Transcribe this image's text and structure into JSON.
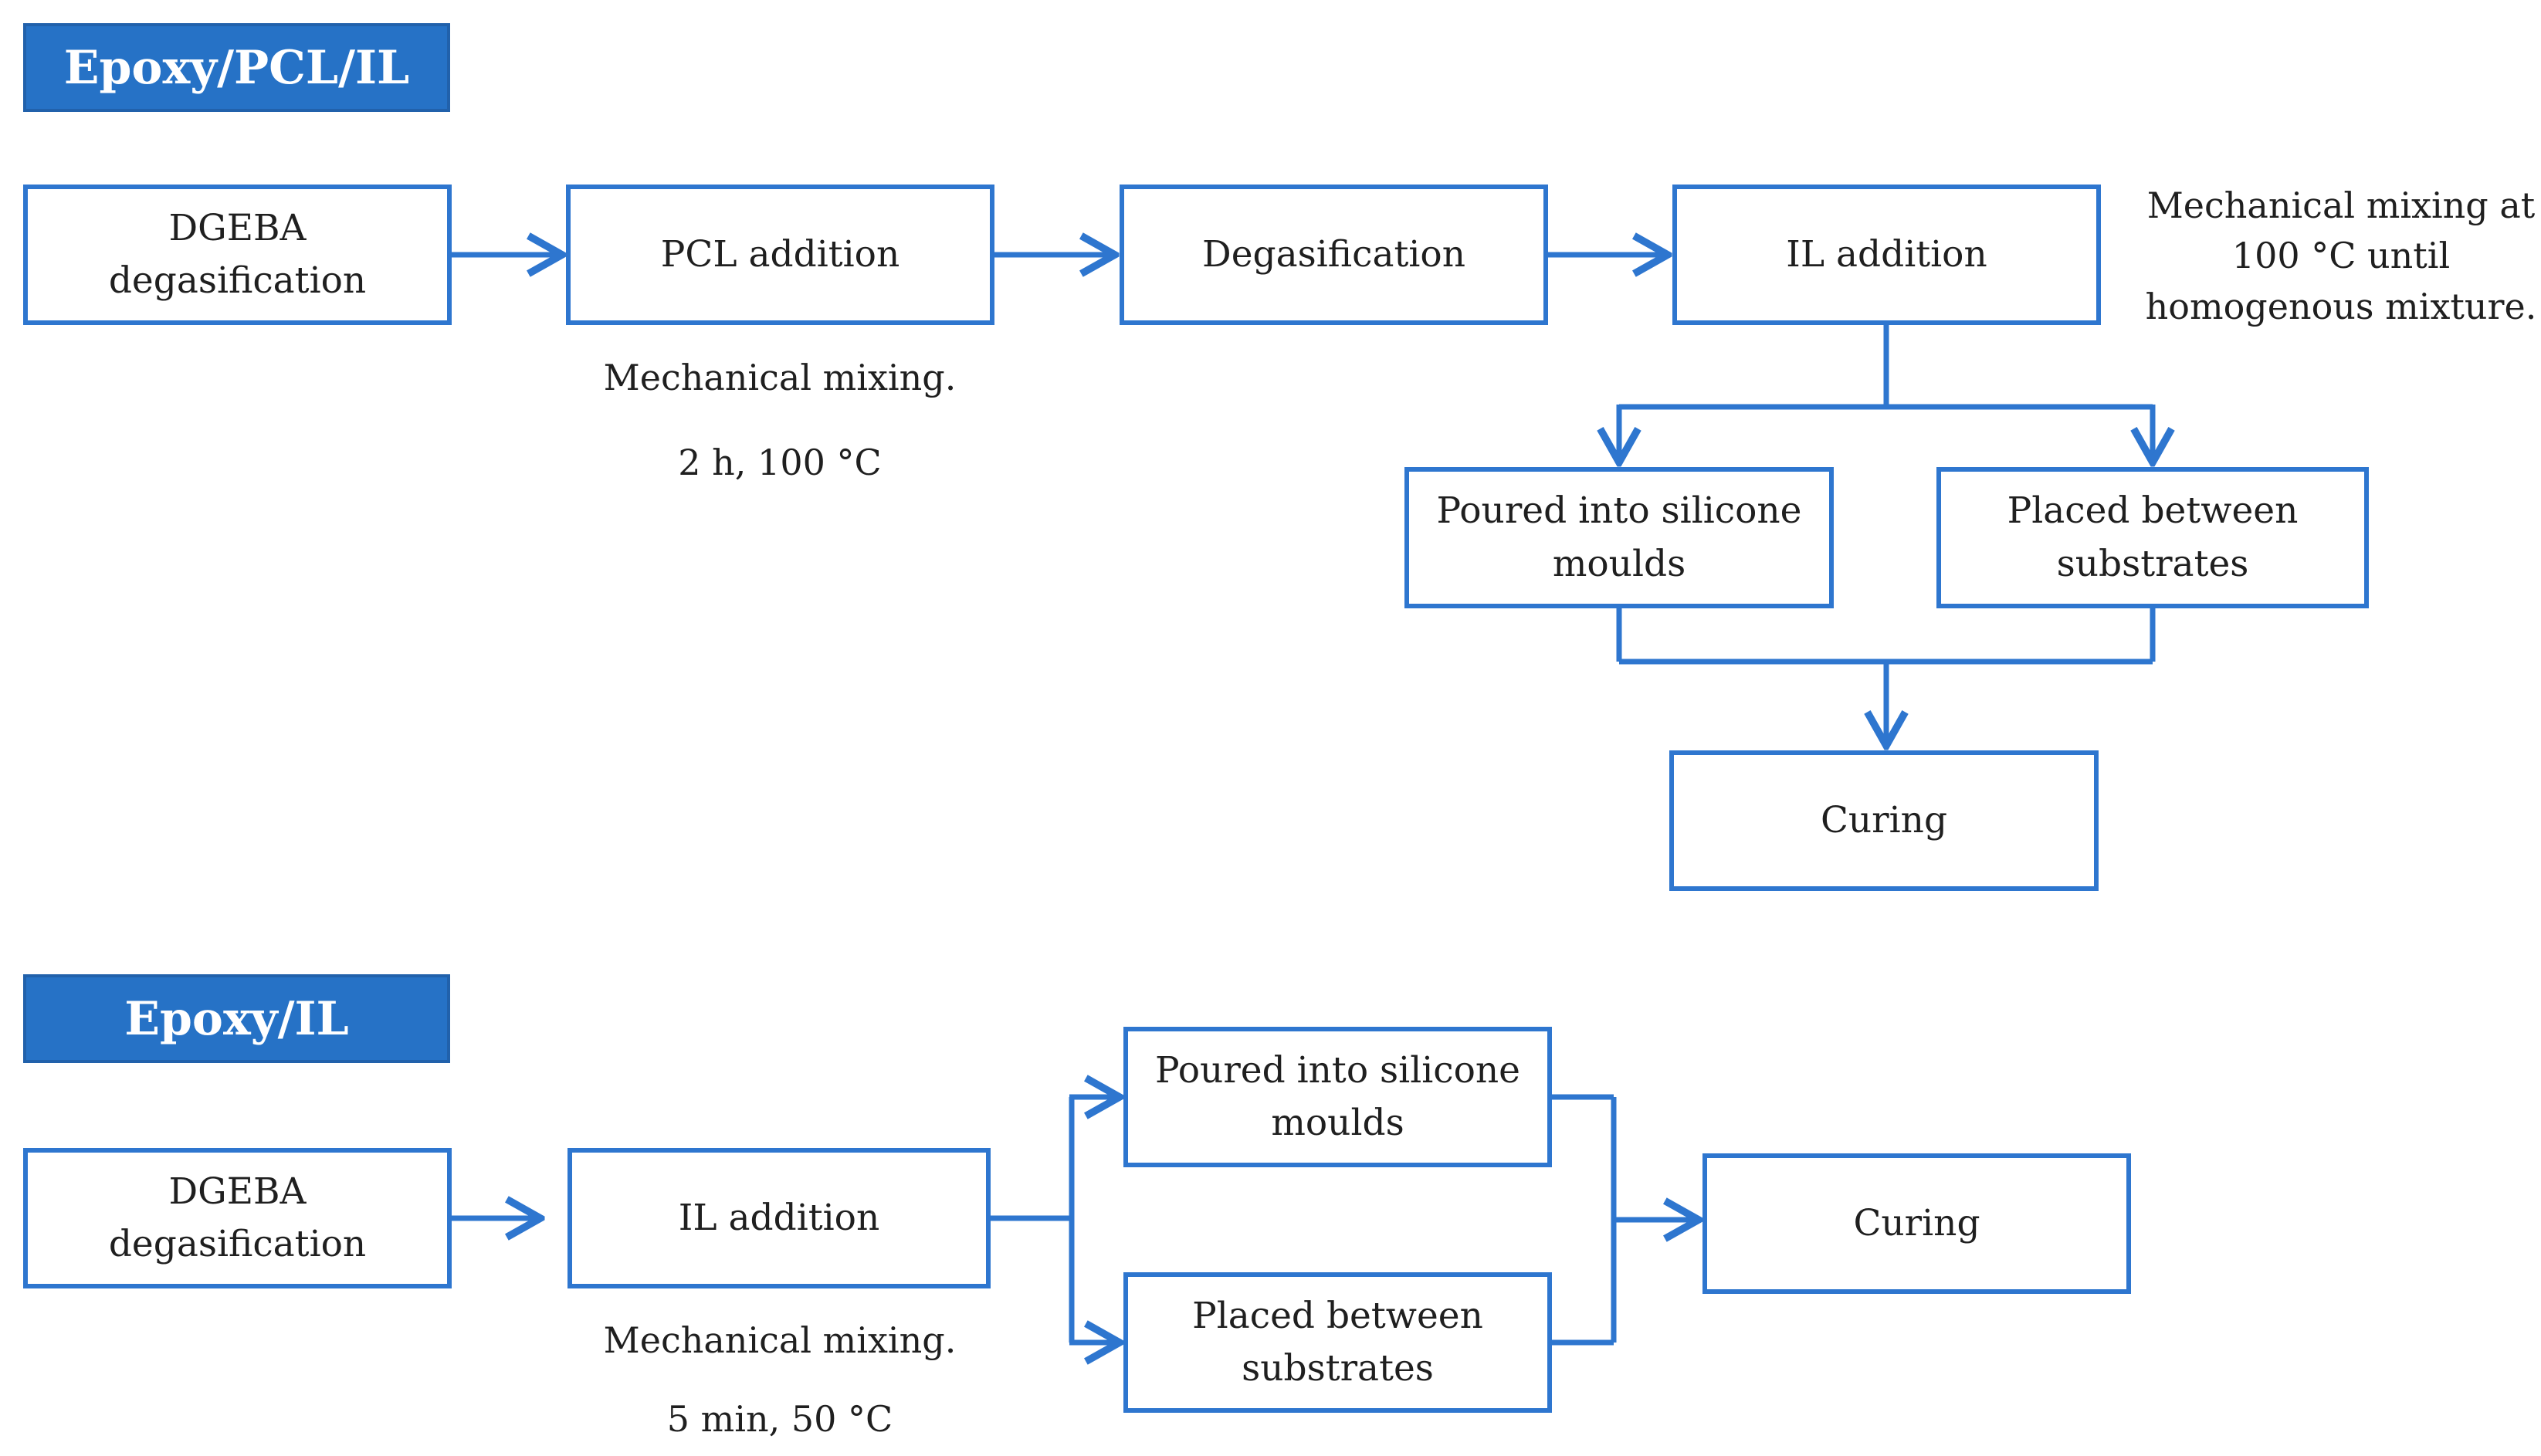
{
  "colors": {
    "line_blue": "#2e76cf",
    "header_fill": "#2672c6",
    "header_text": "#ffffff",
    "body_text": "#1f1f1f",
    "background": "#ffffff"
  },
  "top_chart": {
    "header": "Epoxy/PCL/IL",
    "boxes": {
      "dgeba": "DGEBA\ndegasification",
      "pcl": "PCL addition",
      "degasification": "Degasification",
      "il": "IL addition",
      "poured": "Poured into silicone\nmoulds",
      "placed": "Placed between\nsubstrates",
      "curing": "Curing"
    },
    "notes": {
      "mixing": "Mechanical mixing.",
      "mixing_conditions": "2 h, 100 °C",
      "il_note": "Mechanical mixing at\n100 °C until\nhomogenous mixture."
    }
  },
  "bottom_chart": {
    "header": "Epoxy/IL",
    "boxes": {
      "dgeba": "DGEBA\ndegasification",
      "il": "IL addition",
      "poured": "Poured into silicone\nmoulds",
      "placed": "Placed between\nsubstrates",
      "curing": "Curing"
    },
    "notes": {
      "mixing": "Mechanical mixing.",
      "mixing_conditions": "5 min, 50 °C"
    }
  }
}
